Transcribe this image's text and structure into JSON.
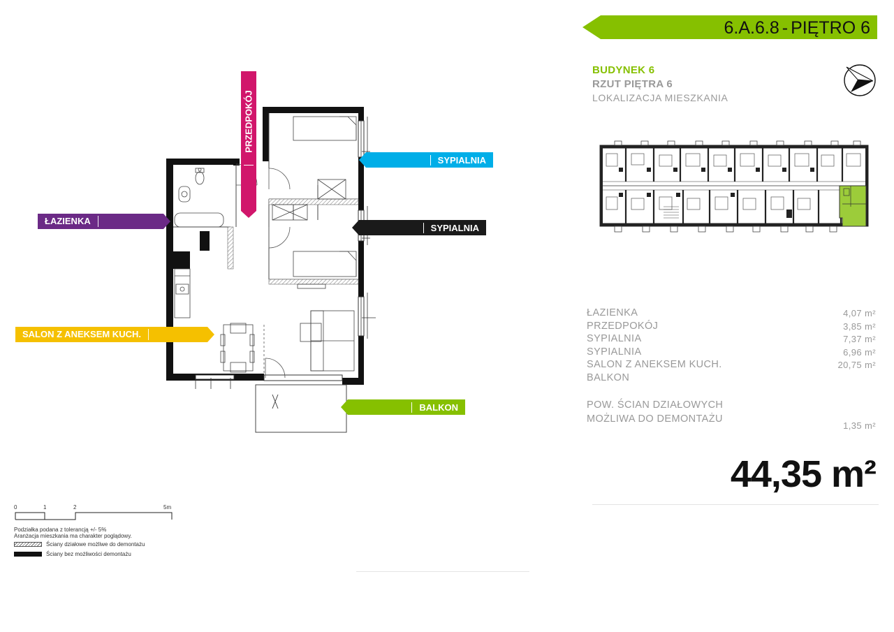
{
  "header": {
    "unit_code": "6.A.6.8",
    "separator": "-",
    "floor": "PIĘTRO 6",
    "color": "#86c000"
  },
  "building": {
    "name": "BUDYNEK 6",
    "plan": "RZUT PIĘTRA 6",
    "location": "LOKALIZACJA MIESZKANIA"
  },
  "room_labels": {
    "lazienka": "ŁAZIENKA",
    "przedpokoj": "PRZEDPOKÓJ",
    "sypialnia_1": "SYPIALNIA",
    "sypialnia_2": "SYPIALNIA",
    "salon": "SALON Z ANEKSEM KUCH.",
    "balkon": "BALKON"
  },
  "room_colors": {
    "lazienka": "#6b2a86",
    "przedpokoj": "#d1166b",
    "sypialnia_1": "#00aee8",
    "sypialnia_2": "#1a1a1a",
    "salon": "#f5c000",
    "balkon": "#86c000"
  },
  "rooms": [
    {
      "name": "ŁAZIENKA",
      "area": "4,07 m²"
    },
    {
      "name": "PRZEDPOKÓJ",
      "area": "3,85 m²"
    },
    {
      "name": "SYPIALNIA",
      "area": "7,37 m²"
    },
    {
      "name": "SYPIALNIA",
      "area": "6,96 m²"
    },
    {
      "name": "SALON Z ANEKSEM KUCH.",
      "area": "20,75 m²"
    },
    {
      "name": "BALKON",
      "area": ""
    }
  ],
  "partition_walls": {
    "line1": "POW. ŚCIAN DZIAŁOWYCH",
    "line2": "MOŻLIWA DO DEMONTAŻU",
    "area": "1,35 m²"
  },
  "total_area": "44,35 m²",
  "scale": {
    "ticks": [
      "0",
      "1",
      "2",
      "5m"
    ]
  },
  "legend": {
    "note1": "Podziałka podana z tolerancją +/- 5%",
    "note2": "Aranżacja mieszkania ma charakter poglądowy.",
    "hatched": "Ściany działowe możliwe do demontażu",
    "solid": "Ściany bez możliwości demontażu"
  }
}
